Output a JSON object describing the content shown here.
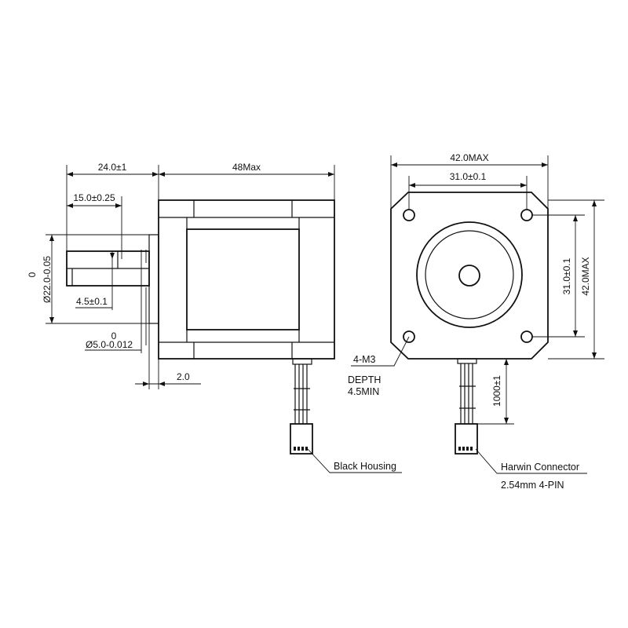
{
  "side_view": {
    "shaft_length": "24.0±1",
    "flat_length": "15.0±0.25",
    "body_length": "48Max",
    "boss_diameter_top": "0",
    "boss_diameter": "Ø22.0-0.05",
    "flat_depth": "4.5±0.1",
    "shaft_diameter_top": "0",
    "shaft_diameter": "Ø5.0-0.012",
    "boss_height": "2.0",
    "housing_label": "Black Housing"
  },
  "front_view": {
    "overall_width": "42.0MAX",
    "hole_spacing_h": "31.0±0.1",
    "hole_spacing_v": "31.0±0.1",
    "overall_height": "42.0MAX",
    "mount_holes": "4-M3",
    "hole_depth_label": "DEPTH",
    "hole_depth_value": "4.5MIN",
    "cable_length": "1000±1",
    "connector_name": "Harwin Connector",
    "connector_spec": "2.54mm 4-PIN"
  },
  "colors": {
    "line": "#111111",
    "background": "#ffffff"
  }
}
